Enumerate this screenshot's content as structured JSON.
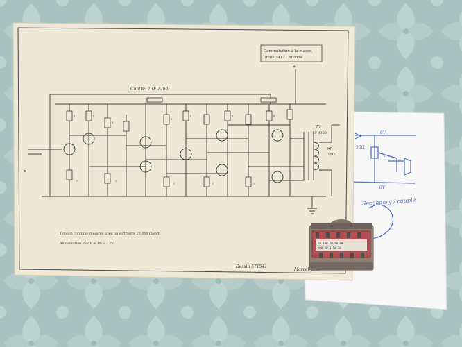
{
  "colors": {
    "background": "#a9c4c0",
    "wallpaper_pattern": "#c3d8d4",
    "schematic_paper": "#efe8d6",
    "note_paper": "#f7f7f8",
    "ink": "#3c3a3a",
    "blue_ink": "#4a6cc0",
    "transformer_body": "#8e7d72"
  },
  "schematic": {
    "title_note_line1": "Commutation à la masse,",
    "title_note_line2": "mais 54171 inverse",
    "feedback_label": "Contre. 2BF 2206",
    "output_transformer_label": "T2",
    "output_transformer_part": "TS 4160",
    "note_line1": "Tension continue mesurée avec un voltmètre 20.000 Ω/volt",
    "note_line2": "Alimentation de 6V ± 1% à 3,7V",
    "signature": "Dessin 571541",
    "secondary_signature": "Marcel pirot",
    "input_label": "E",
    "speaker_label": "HP",
    "speaker_impedance": "2,5Ω",
    "supply_label": "+"
  },
  "note": {
    "voltage_top": "6V",
    "voltage_bottom": "0V",
    "left_value": "50Ω",
    "right_value": "7Ω",
    "handwritten_caption": "Secondary / couple"
  },
  "transformer": {
    "label_row1": "70 10W  7W  5W  3W",
    "label_row2": "20W 5W  3,5W 1W"
  }
}
